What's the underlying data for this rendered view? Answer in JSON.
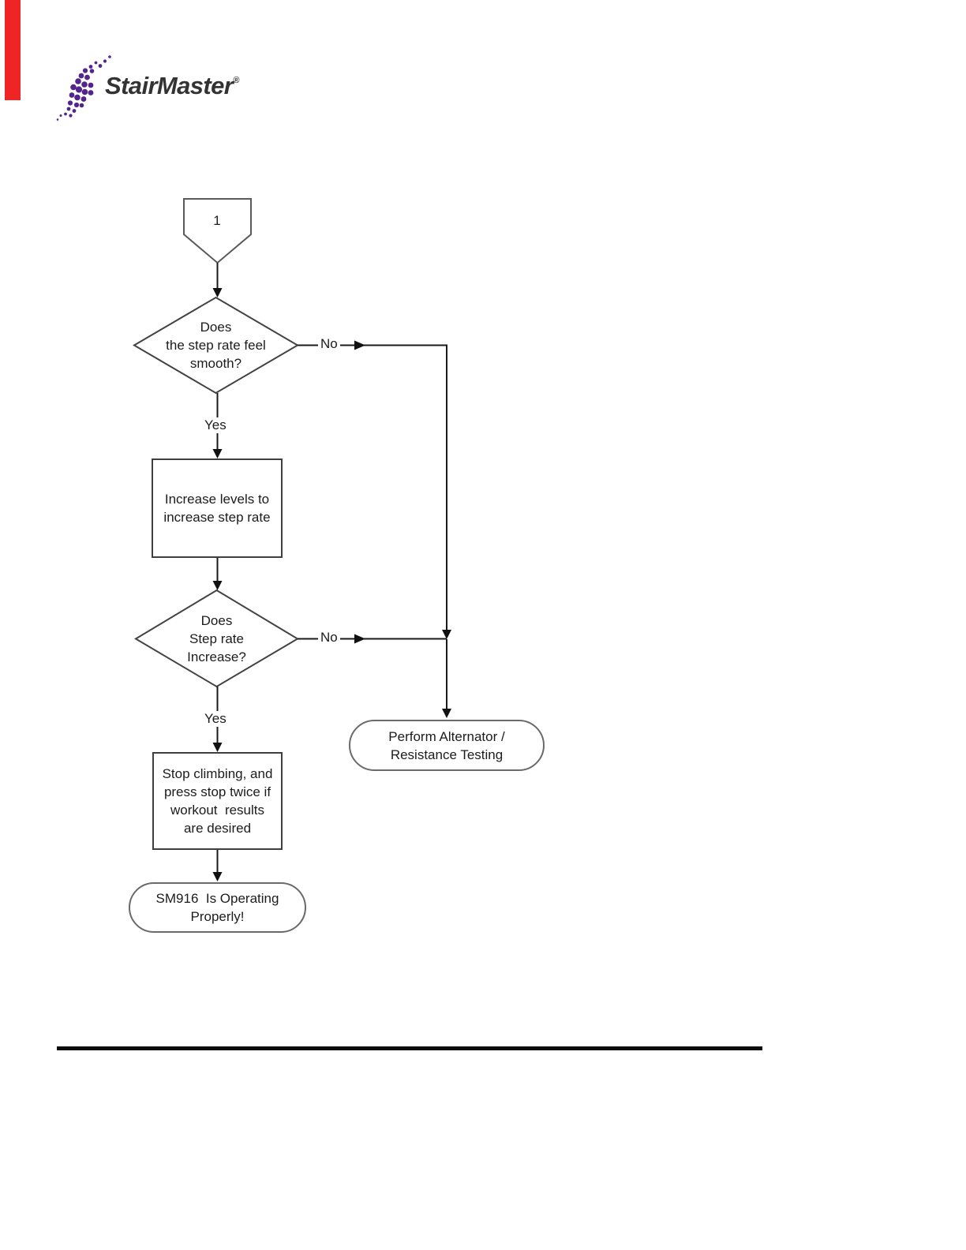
{
  "colors": {
    "red_bar": "#ee2524",
    "logo_purple": "#53248c",
    "logo_text": "#333333"
  },
  "logo": {
    "brand": "StairMaster",
    "registered": "®"
  },
  "flowchart": {
    "connector": {
      "label": "1"
    },
    "decision_smooth": {
      "line1": "Does",
      "line2": "the step rate feel",
      "line3": "smooth?"
    },
    "labels": {
      "no1": "No",
      "yes1": "Yes",
      "no2": "No",
      "yes2": "Yes"
    },
    "process_increase": {
      "line1": "Increase levels to",
      "line2": "increase step rate"
    },
    "decision_increase": {
      "line1": "Does",
      "line2": "Step rate",
      "line3": "Increase?"
    },
    "process_stop": {
      "line1": "Stop climbing, and",
      "line2": "press stop twice if",
      "line3": "workout  results",
      "line4": "are desired"
    },
    "terminator_testing": {
      "line1": "Perform Alternator /",
      "line2": "Resistance Testing"
    },
    "terminator_ok": {
      "line1": "SM916  Is Operating",
      "line2": "Properly!"
    }
  }
}
